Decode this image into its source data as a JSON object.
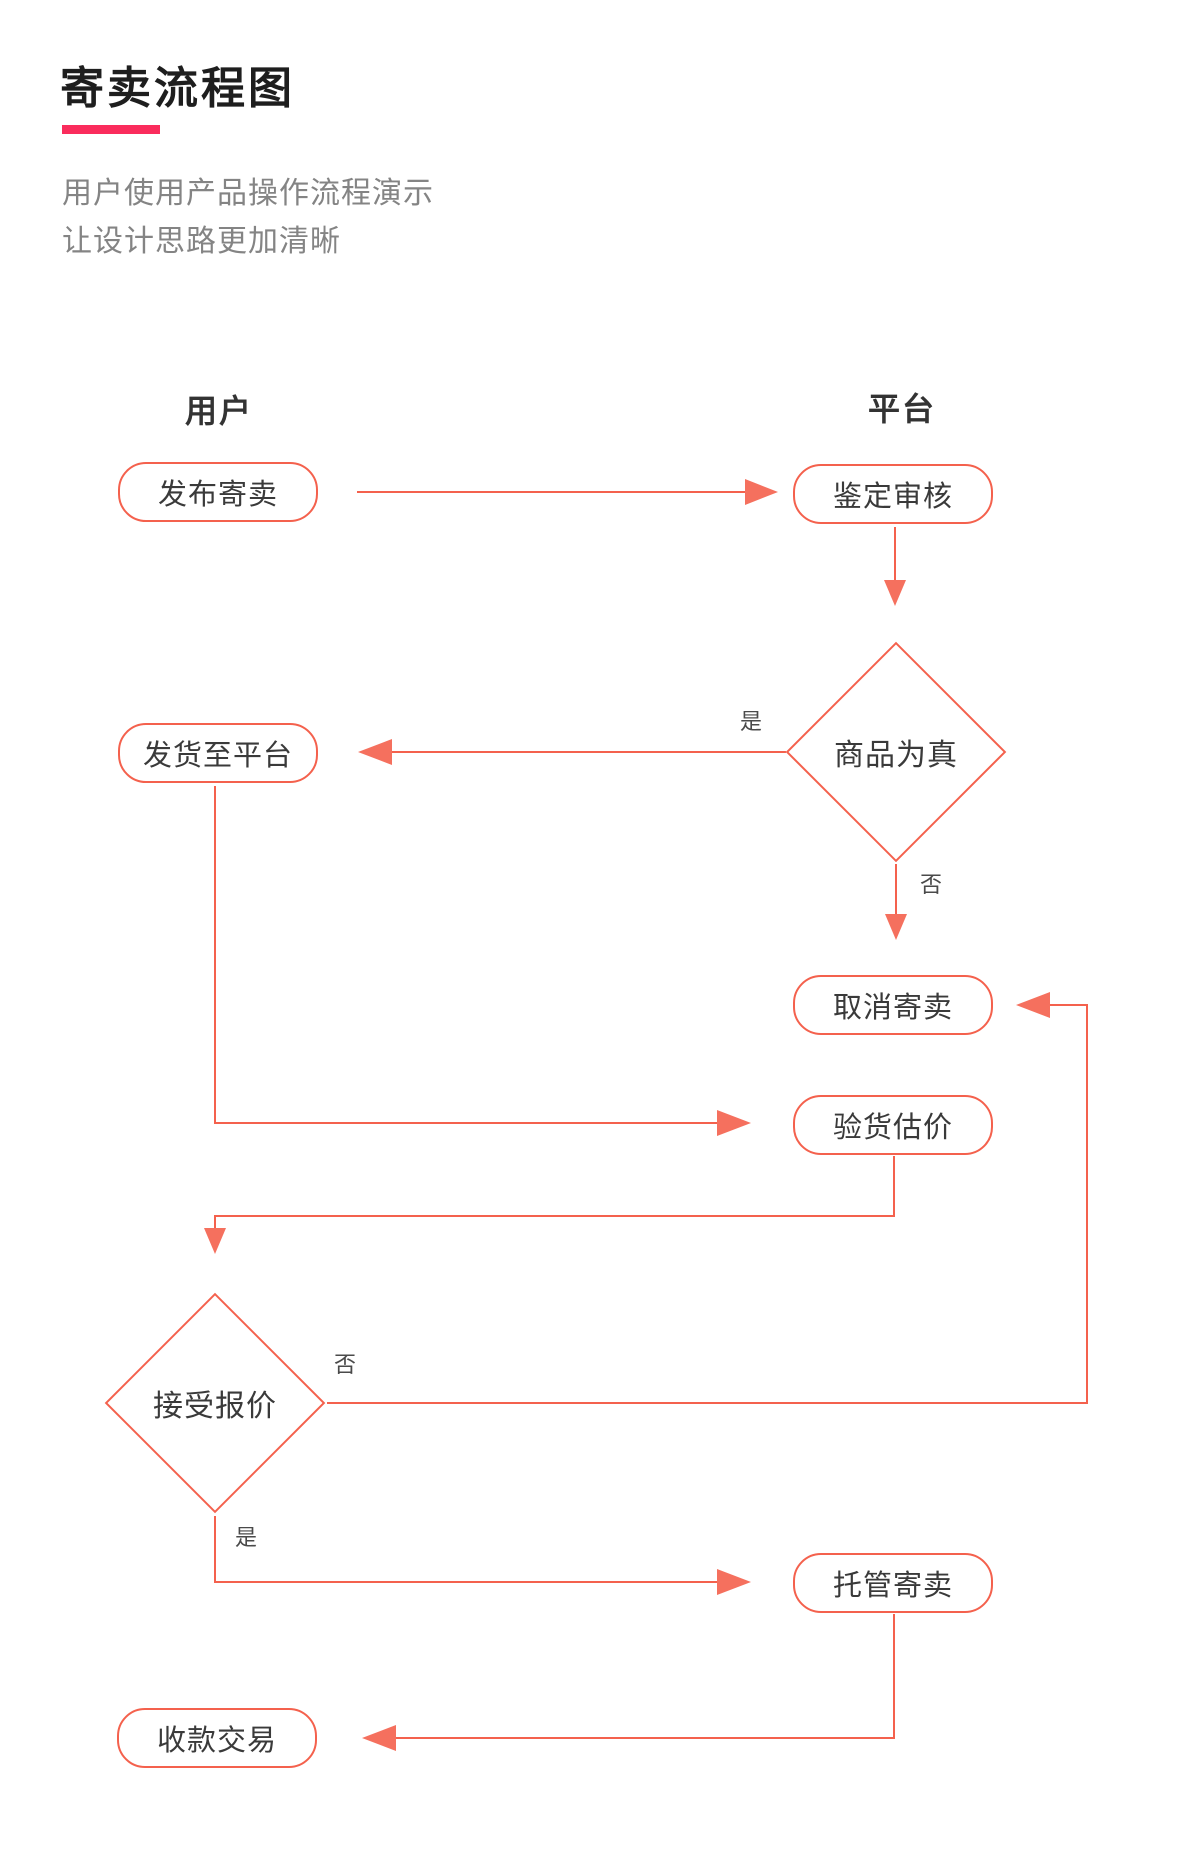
{
  "title": "寄卖流程图",
  "subtitle": {
    "line1": "用户使用产品操作流程演示",
    "line2": "让设计思路更加清晰"
  },
  "columns": {
    "user": "用户",
    "platform": "平台"
  },
  "nodes": {
    "publish": {
      "label": "发布寄卖",
      "type": "process",
      "lane": "user"
    },
    "review": {
      "label": "鉴定审核",
      "type": "process",
      "lane": "platform"
    },
    "genuine": {
      "label": "商品为真",
      "type": "decision",
      "lane": "platform"
    },
    "ship": {
      "label": "发货至平台",
      "type": "process",
      "lane": "user"
    },
    "cancel": {
      "label": "取消寄卖",
      "type": "process",
      "lane": "platform"
    },
    "appraise": {
      "label": "验货估价",
      "type": "process",
      "lane": "platform"
    },
    "accept": {
      "label": "接受报价",
      "type": "decision",
      "lane": "user"
    },
    "consign": {
      "label": "托管寄卖",
      "type": "process",
      "lane": "platform"
    },
    "collect": {
      "label": "收款交易",
      "type": "process",
      "lane": "user"
    }
  },
  "edge_labels": {
    "yes": "是",
    "no": "否"
  },
  "edges": [
    {
      "from": "publish",
      "to": "review",
      "label": ""
    },
    {
      "from": "review",
      "to": "genuine",
      "label": ""
    },
    {
      "from": "genuine",
      "to": "ship",
      "label": "是"
    },
    {
      "from": "genuine",
      "to": "cancel",
      "label": "否"
    },
    {
      "from": "ship",
      "to": "appraise",
      "label": ""
    },
    {
      "from": "appraise",
      "to": "accept",
      "label": ""
    },
    {
      "from": "accept",
      "to": "cancel",
      "label": "否"
    },
    {
      "from": "accept",
      "to": "consign",
      "label": "是"
    },
    {
      "from": "consign",
      "to": "collect",
      "label": ""
    }
  ],
  "colors": {
    "accent_bar": "#FA2C5C",
    "stroke": "#F4614D",
    "arrow_fill": "#F5705E",
    "title_text": "#1E1E1E",
    "subtitle_text": "#848484",
    "node_text": "#3A3A3A",
    "edge_label_text": "#4A4A4A"
  }
}
